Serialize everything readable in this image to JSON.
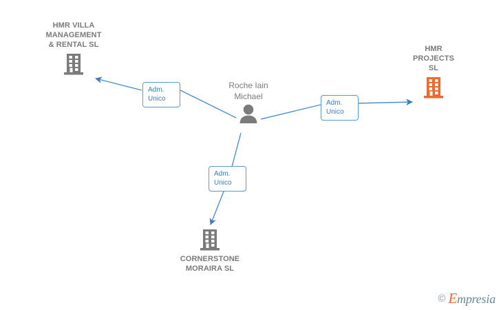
{
  "graph": {
    "background_color": "#ffffff",
    "edge_color": "#4a8fd4",
    "nodes": [
      {
        "id": "hmr-villa-management-rental-sl",
        "type": "company",
        "label": "HMR VILLA\nMANAGEMENT\n& RENTAL SL",
        "icon": "building-icon",
        "icon_color": "#7b7b7b",
        "label_color": "#7b7b7b"
      },
      {
        "id": "hmr-projects-sl",
        "type": "company",
        "label": "HMR\nPROJECTS\nSL",
        "icon": "building-icon",
        "icon_color": "#f2682a",
        "label_color": "#7b7b7b"
      },
      {
        "id": "cornerstone-moraira-sl",
        "type": "company",
        "label": "CORNERSTONE\nMORAIRA  SL",
        "icon": "building-icon",
        "icon_color": "#7b7b7b",
        "label_color": "#7b7b7b"
      },
      {
        "id": "roche-iain-michael",
        "type": "person",
        "label": "Roche Iain\nMichael",
        "icon": "person-icon",
        "icon_color": "#7b7b7b",
        "label_color": "#7b7b7b"
      }
    ],
    "edges": [
      {
        "id": "edge-to-hmr-villa",
        "from": "roche-iain-michael",
        "to": "hmr-villa-management-rental-sl",
        "label": "Adm.\nUnico"
      },
      {
        "id": "edge-to-hmr-projects",
        "from": "roche-iain-michael",
        "to": "hmr-projects-sl",
        "label": "Adm.\nUnico"
      },
      {
        "id": "edge-to-cornerstone",
        "from": "roche-iain-michael",
        "to": "cornerstone-moraira-sl",
        "label": "Adm.\nUnico"
      }
    ]
  },
  "watermark": {
    "copyright": "©",
    "brand_initial": "E",
    "brand_rest": "mpresia",
    "accent_color": "#f2682a",
    "text_color": "#6d8794"
  }
}
